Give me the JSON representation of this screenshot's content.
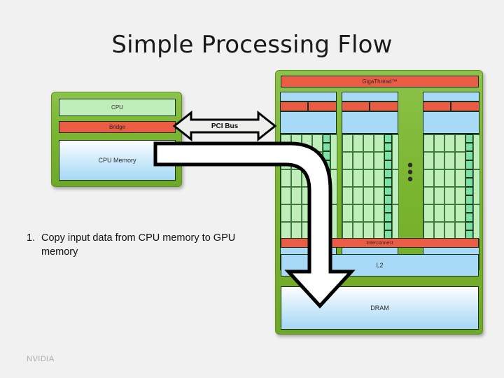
{
  "slide": {
    "title": "Simple Processing Flow",
    "background_color": "#f1f1f1",
    "footer_brand": "NVIDIA"
  },
  "cpu_package": {
    "name": "CPU package",
    "blocks": [
      {
        "label": "CPU",
        "color": "#bfeebb"
      },
      {
        "label": "Bridge",
        "color": "#ea5c43"
      },
      {
        "label": "CPU Memory",
        "color": "#a5d8f6"
      }
    ]
  },
  "bus": {
    "label": "PCI Bus",
    "direction": "bidirectional"
  },
  "gpu_package": {
    "name": "GPU package",
    "scheduler_label": "GigaThread™",
    "interconnect_label": "Interconnect",
    "l2_label": "L2",
    "dram_label": "DRAM",
    "sm_groups_ellipsis": "• • •",
    "sm_group_count": 3
  },
  "flow_arrow": {
    "name": "copy-arrow",
    "from": "CPU Memory",
    "to": "DRAM",
    "color": "#ffffff"
  },
  "bullets": [
    {
      "number": "1.",
      "text": "Copy input data from CPU memory to GPU memory"
    }
  ],
  "colors": {
    "package_green": "#7ab52f",
    "unit_red": "#ea5c43",
    "unit_blue": "#a8daf7",
    "unit_lightgreen": "#bfeebb",
    "sfu_green": "#7ae2a4",
    "outline": "#18321a"
  }
}
